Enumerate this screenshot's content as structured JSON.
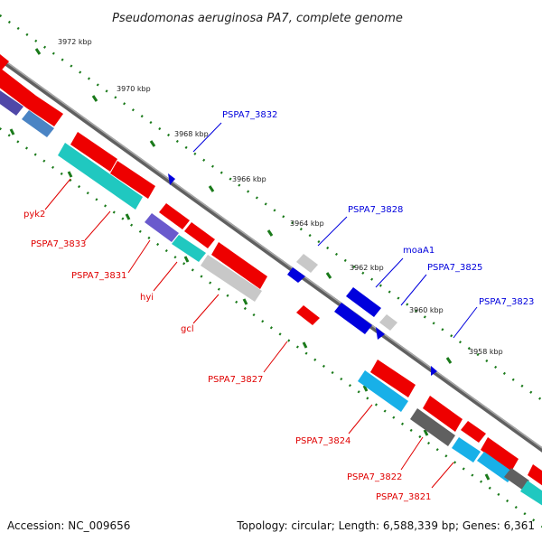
{
  "title": "Pseudomonas aeruginosa PA7, complete genome",
  "accession": "Accession: NC_009656",
  "summary": "Topology: circular; Length: 6,588,339 bp; Genes: 6,361",
  "scale_labels": [
    "3972 kbp",
    "3970 kbp",
    "3968 kbp",
    "3966 kbp",
    "3964 kbp",
    "3962 kbp",
    "3960 kbp",
    "3958 kbp"
  ],
  "forward_gene_labels": [
    "PSPA7_3832",
    "PSPA7_3828",
    "moaA1",
    "PSPA7_3825",
    "PSPA7_3823"
  ],
  "reverse_gene_labels": [
    "pyk2",
    "PSPA7_3833",
    "PSPA7_3831",
    "hyi",
    "gcl",
    "PSPA7_3827",
    "PSPA7_3824",
    "PSPA7_3822",
    "PSPA7_3821"
  ],
  "colors": {
    "backbone": "#808080",
    "gene_red": "#ee0000",
    "gene_blue": "#0000dd",
    "gene_cyan": "#20c8c0",
    "gene_gray": "#c8c8c8",
    "gene_purple": "#6a5acd",
    "gene_steel": "#4a84c4",
    "tick_green": "#1a7a1a",
    "label_red": "#e00000",
    "label_blue": "#0000dd"
  }
}
